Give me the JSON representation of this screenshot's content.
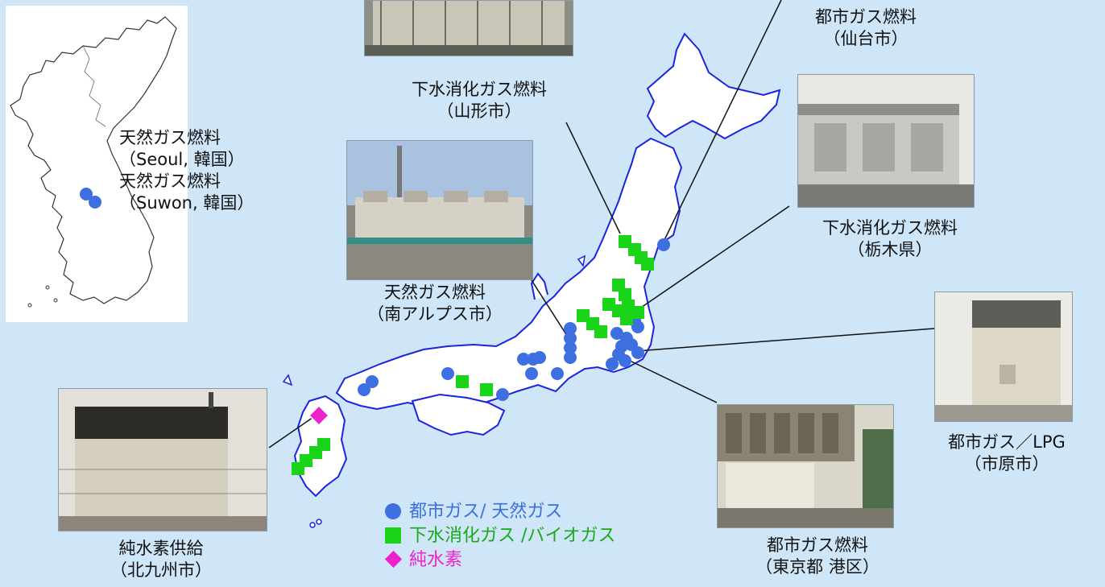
{
  "colors": {
    "background": "#cfe6f8",
    "city_gas": "#3d6fe0",
    "sewage_gas": "#19d419",
    "hydrogen": "#ee22cc",
    "coast": "#1a24e0"
  },
  "korea": {
    "label_seoul_1": "天然ガス燃料",
    "label_seoul_2": "（Seoul, 韓国）",
    "label_suwon_1": "天然ガス燃料",
    "label_suwon_2": "（Suwon, 韓国）"
  },
  "captions": {
    "sendai_1": "都市ガス燃料",
    "sendai_2": "（仙台市）",
    "yamagata_1": "下水消化ガス燃料",
    "yamagata_2": "（山形市）",
    "tochigi_1": "下水消化ガス燃料",
    "tochigi_2": "（栃木県）",
    "minami_alps_1": "天然ガス燃料",
    "minami_alps_2": "（南アルプス市）",
    "ichihara_1": "都市ガス／LPG",
    "ichihara_2": "（市原市）",
    "minato_1": "都市ガス燃料",
    "minato_2": "（東京都 港区）",
    "kitakyushu_1": "純水素供給",
    "kitakyushu_2": "（北九州市）"
  },
  "legend": {
    "city_gas_label": "都市ガス/ 天然ガス",
    "sewage_gas_label": "下水消化ガス /バイオガス",
    "hydrogen_label": "純水素"
  },
  "icons": [
    "circle-marker-icon",
    "square-marker-icon",
    "diamond-marker-icon"
  ]
}
